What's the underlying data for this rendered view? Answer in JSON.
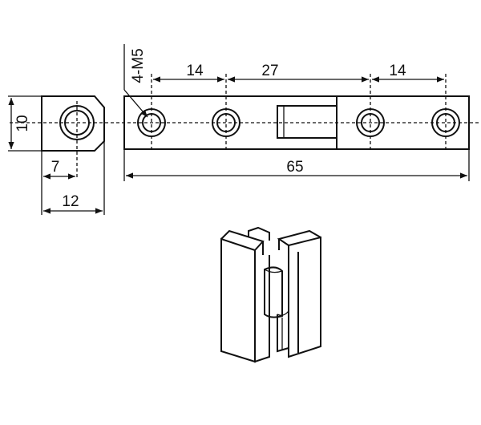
{
  "drawing": {
    "callout": "4-M5",
    "dimensions": {
      "spacing_left": "14",
      "spacing_middle": "27",
      "spacing_right": "14",
      "overall_length": "65",
      "end_height": "10",
      "end_hole_offset": "7",
      "end_width": "12"
    }
  }
}
